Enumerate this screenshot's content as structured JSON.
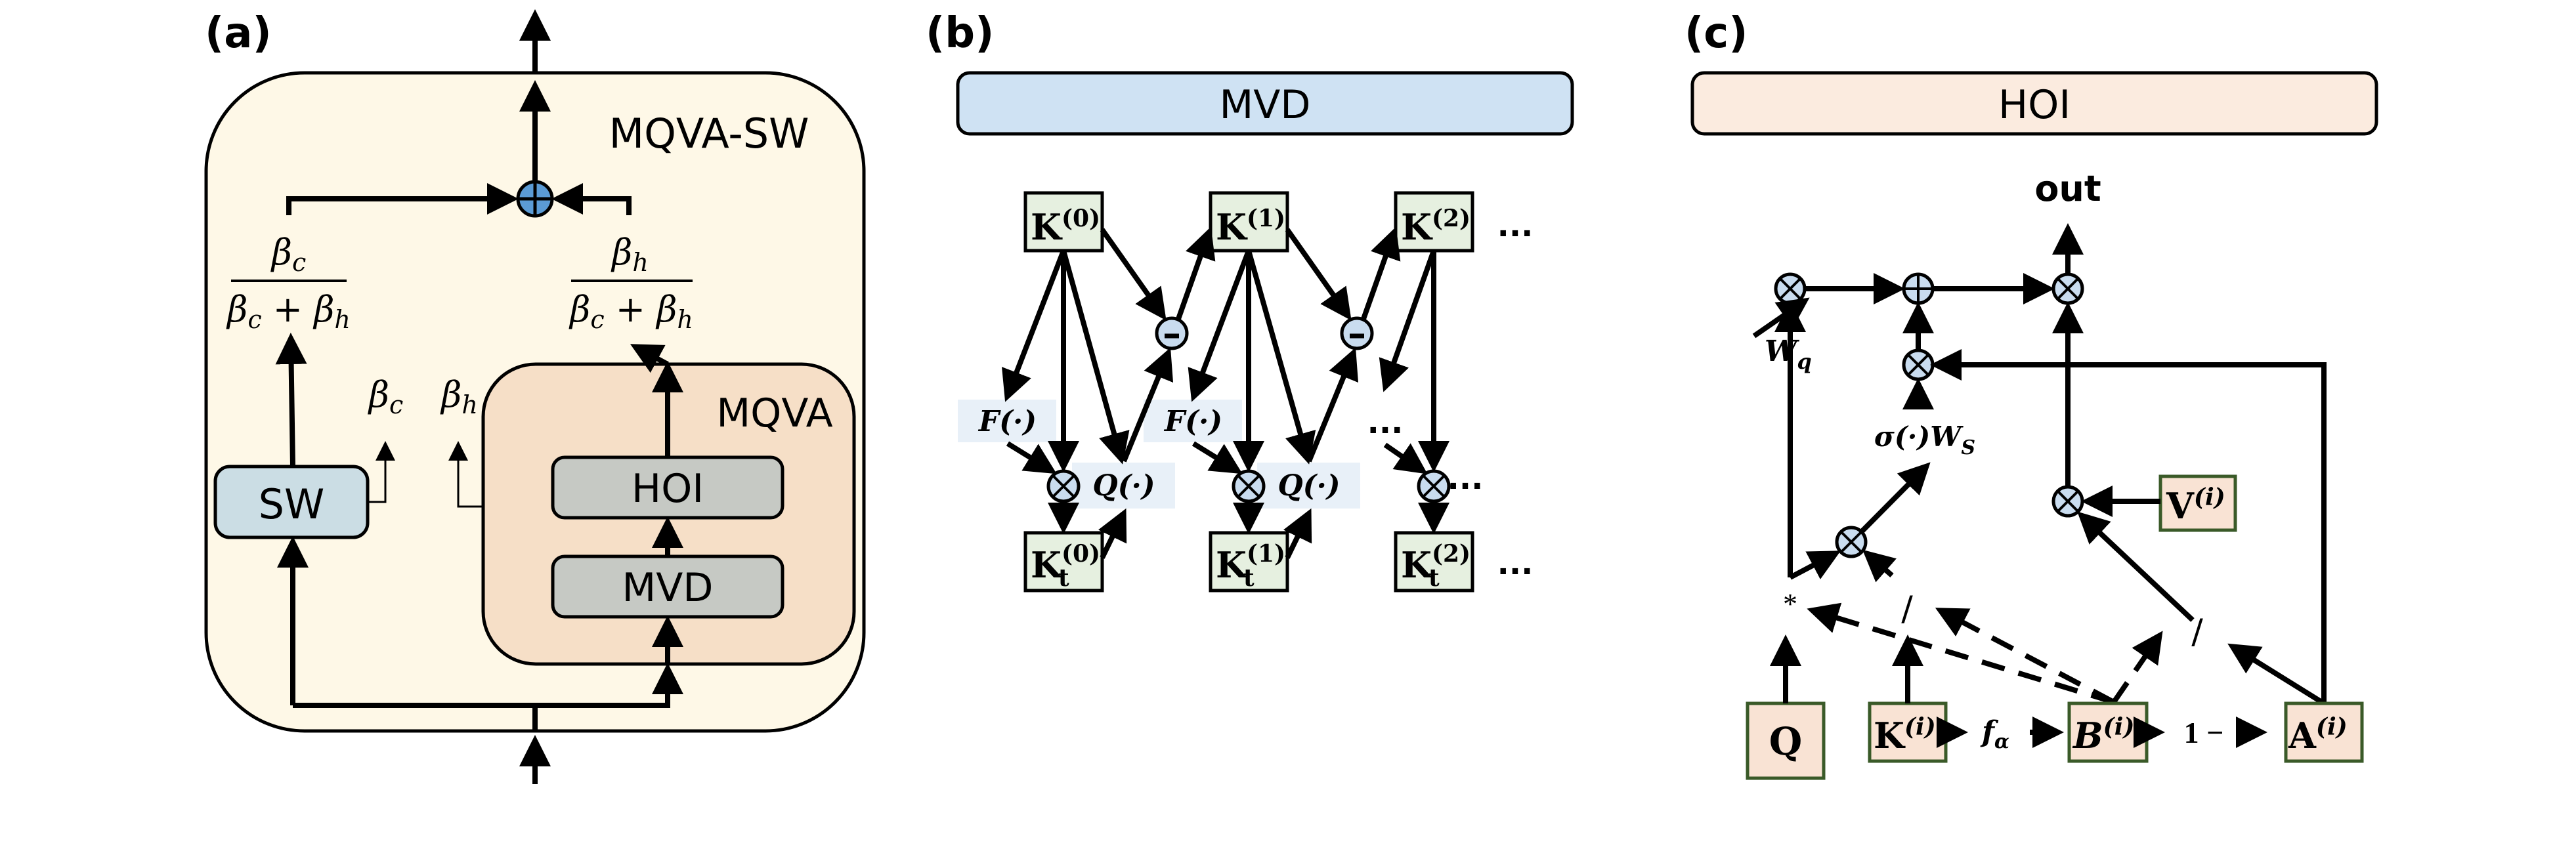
{
  "figure": {
    "panels": {
      "a": {
        "label": "(a)",
        "outer_title": "MQVA-SW",
        "inner_title": "MQVA",
        "sw_label": "SW",
        "hoi_label": "HOI",
        "mvd_label": "MVD",
        "beta_c": "βc",
        "beta_h": "βh",
        "frac_left_num": "β_c",
        "frac_right_num": "β_h",
        "frac_den": "β_c + β_h",
        "colors": {
          "outer_fill": "#fef8e7",
          "inner_fill": "#f6dfc7",
          "sw_fill": "#cbdde4",
          "block_fill": "#c6c9c4",
          "sum_fill": "#5b9bd5"
        }
      },
      "b": {
        "label": "(b)",
        "title": "MVD",
        "top_nodes": [
          "K",
          "K",
          "K"
        ],
        "top_sups": [
          "(0)",
          "(1)",
          "(2)"
        ],
        "bottom_nodes": [
          "K",
          "K",
          "K"
        ],
        "bottom_subs": [
          "t",
          "t",
          "t"
        ],
        "bottom_sups": [
          "(0)",
          "(1)",
          "(2)"
        ],
        "f_op": "F(·)",
        "q_op": "Q(·)",
        "minus": "–",
        "ellipsis": "...",
        "colors": {
          "title_fill": "#cfe2f3",
          "node_fill": "#e6f0e0",
          "op_bg": "#e8f0f8",
          "circle_fill": "#c9dcef"
        }
      },
      "c": {
        "label": "(c)",
        "title": "HOI",
        "out": "out",
        "w_q": "W",
        "w_q_sub": "q",
        "sigma_ws": "σ(·)W",
        "sigma_ws_sub": "S",
        "star": "*",
        "slash": "/",
        "f_alpha": "f",
        "f_alpha_sub": "α",
        "one_minus": "1 −",
        "nodes": {
          "q": "Q",
          "k": "K",
          "k_sup": "(i)",
          "b": "B",
          "b_sup": "(i)",
          "a": "A",
          "a_sup": "(i)",
          "v": "V",
          "v_sup": "(i)"
        },
        "colors": {
          "title_fill": "#fbebdf",
          "node_fill": "#f9e3d4",
          "node_border": "#3a5a28"
        }
      }
    }
  }
}
